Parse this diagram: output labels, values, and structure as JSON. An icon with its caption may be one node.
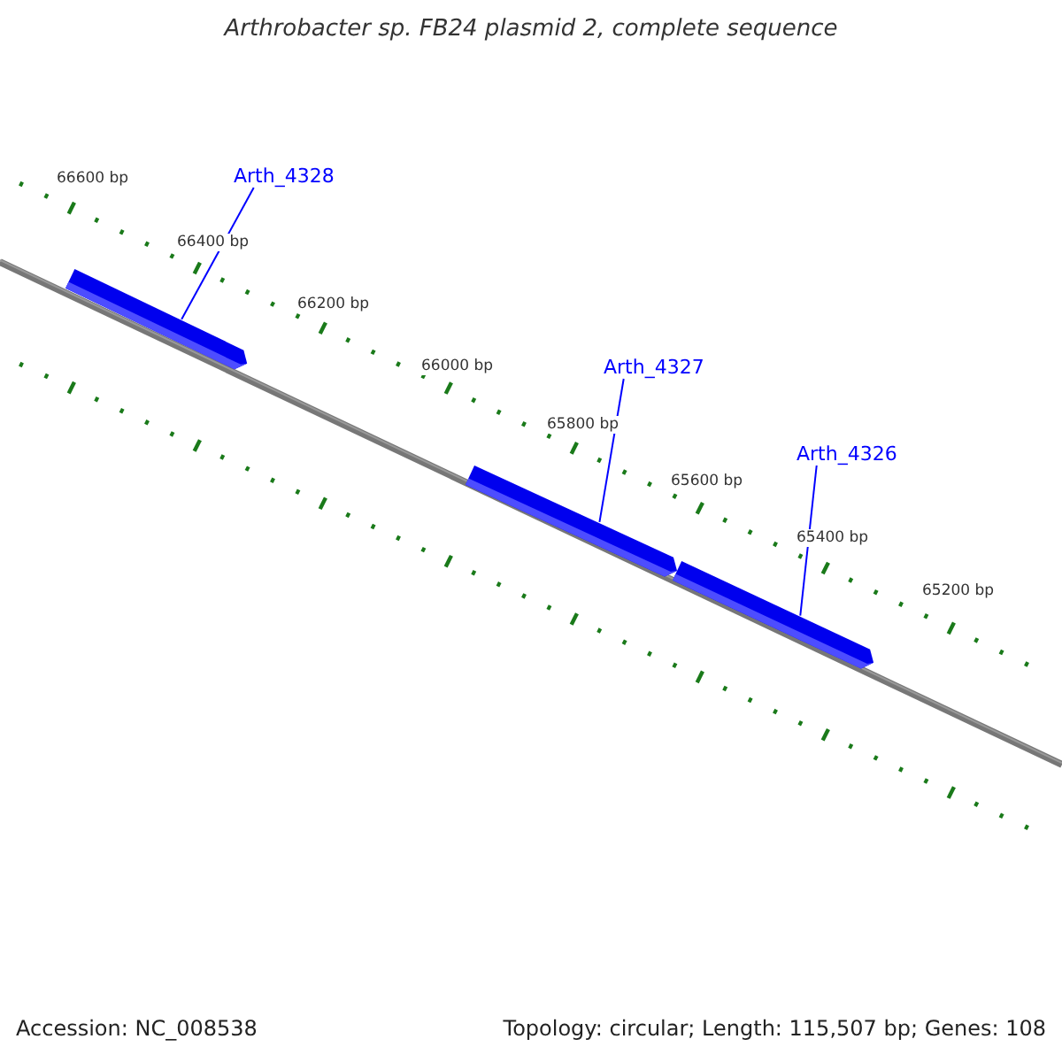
{
  "diagram": {
    "title": "Arthrobacter sp. FB24 plasmid 2, complete sequence",
    "nodes": [
      {
        "text": [
          "Arth_4328"
        ]
      },
      {
        "text": [],
        "shape": "bar"
      },
      {
        "text": [
          "Arth_4327"
        ]
      },
      {
        "text": [],
        "shape": "bar"
      },
      {
        "text": [
          "Arth_4326"
        ]
      },
      {
        "text": [],
        "shape": "bar"
      }
    ],
    "edges": [
      {
        "from": 0,
        "to": 1,
        "arrow": "none"
      },
      {
        "from": 2,
        "to": 3,
        "arrow": "none"
      },
      {
        "from": 4,
        "to": 5,
        "arrow": "none"
      }
    ],
    "labels": [
      "66600 bp",
      "66400 bp",
      "66200 bp",
      "66000 bp",
      "65800 bp",
      "65600 bp",
      "65400 bp",
      "65200 bp",
      "Accession: NC_008538",
      "Topology: circular; Length: 115,507 bp; Genes: 108"
    ]
  }
}
